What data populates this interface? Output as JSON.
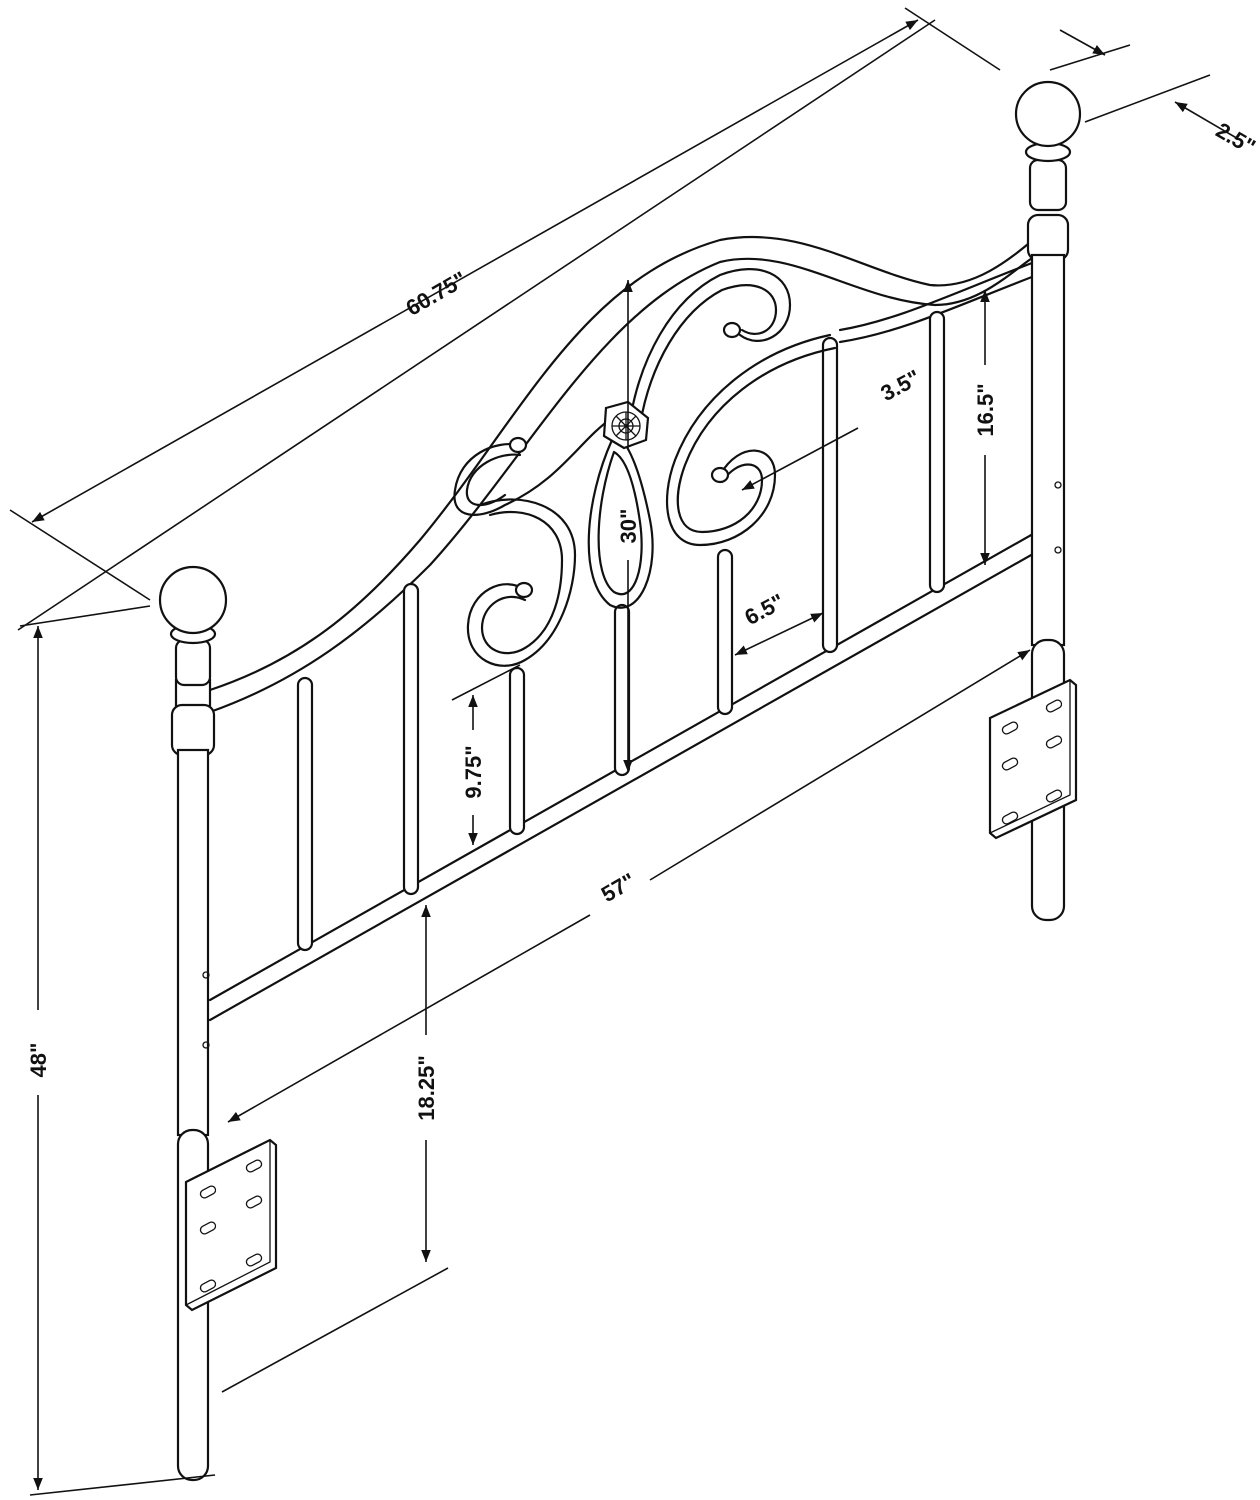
{
  "dimensions": {
    "overall_width": "60.75\"",
    "post_depth": "2.5\"",
    "overall_height": "48\"",
    "inner_width": "57\"",
    "leg_height": "18.25\"",
    "center_height": "30\"",
    "panel_height": "16.5\"",
    "scroll_gap": "3.5\"",
    "spindle_spacing": "6.5\"",
    "lower_spindle_height": "9.75\""
  },
  "colors": {
    "line": "#111111",
    "background": "#ffffff"
  }
}
